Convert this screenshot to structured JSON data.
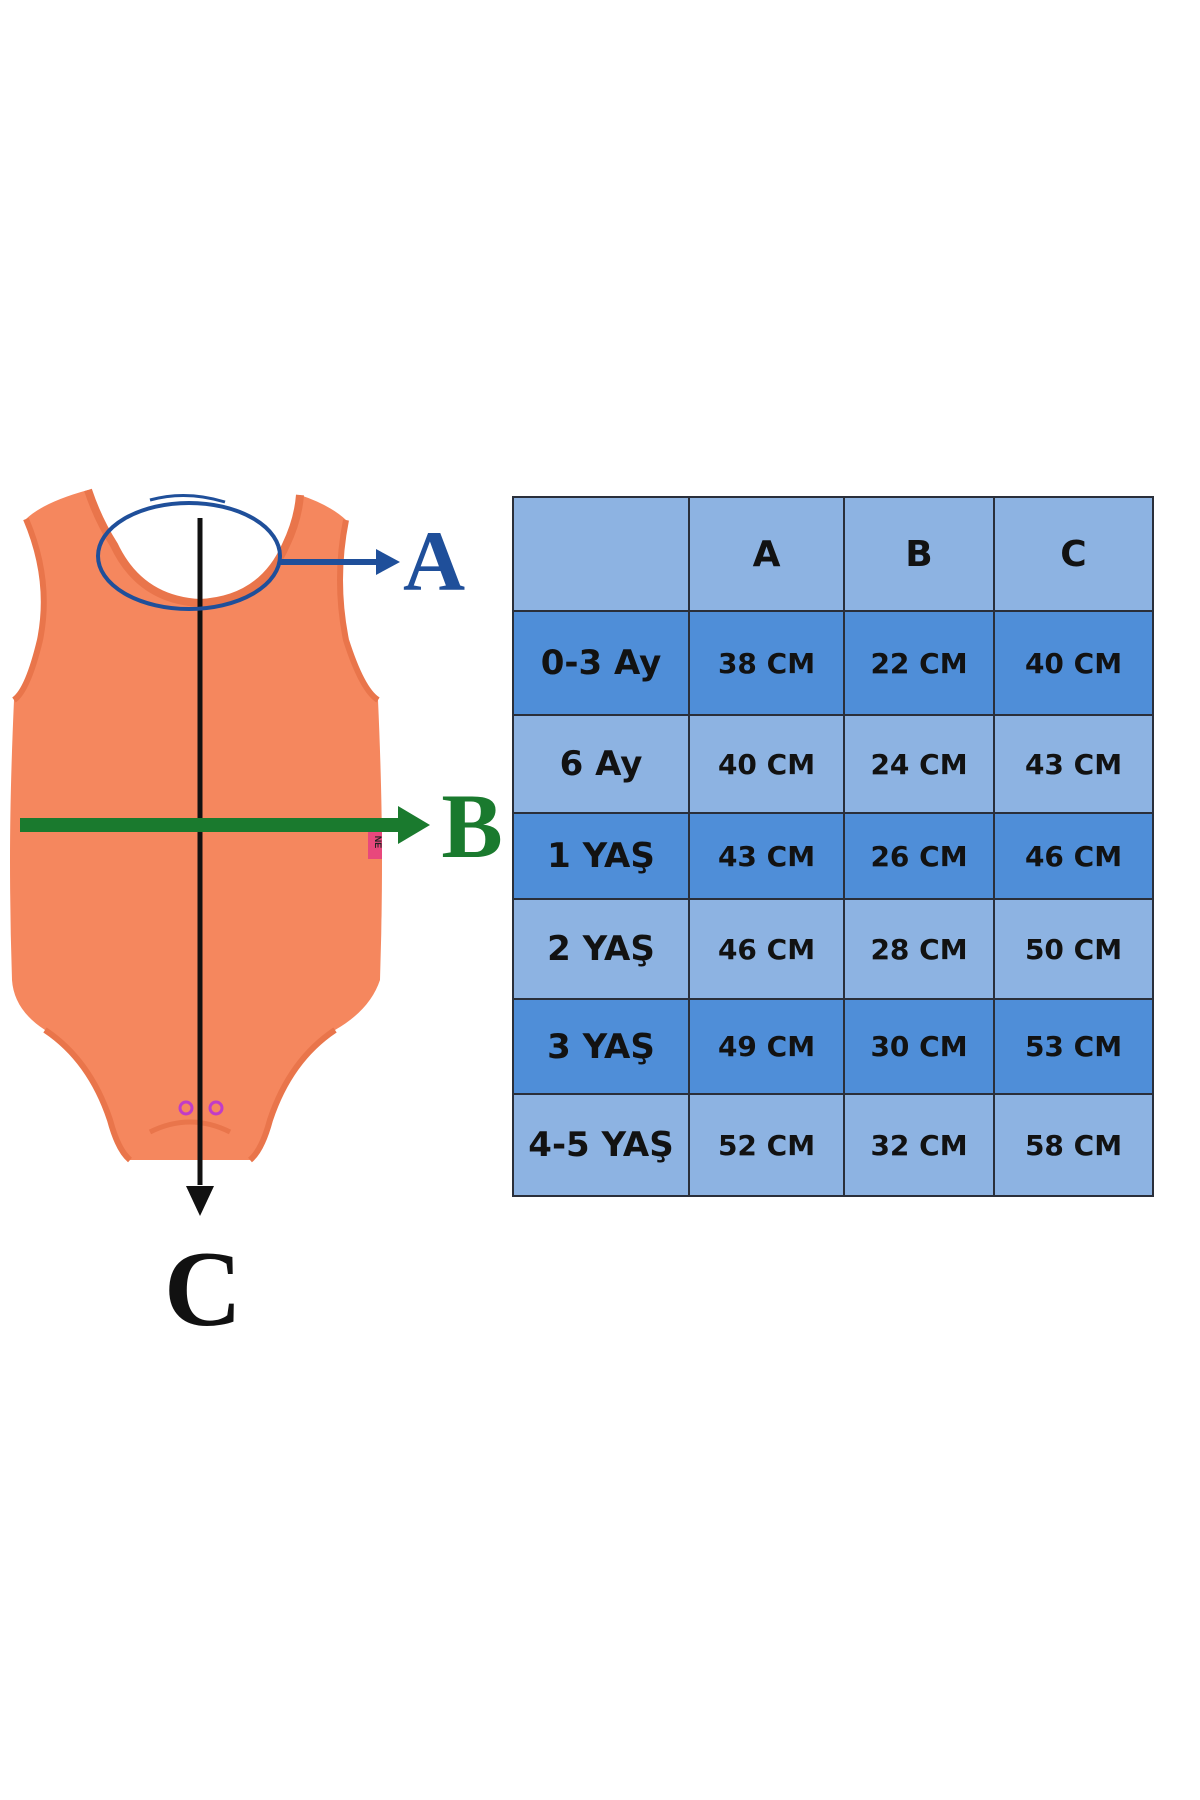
{
  "colors": {
    "bodysuit": "#f5875e",
    "bodysuit_trim": "#e9754b",
    "marker_a": "#1f4f9a",
    "marker_b": "#1a7a2e",
    "marker_c": "#111111",
    "snap": "#c13cc8",
    "table_header_bg": "#8db3e2",
    "table_dark_row_bg": "#4f8ed8",
    "table_light_row_bg": "#8db3e2",
    "table_border": "#2a2f3a"
  },
  "diagram": {
    "marker_a": "A",
    "marker_b": "B",
    "marker_c": "C",
    "label_tag": "NE"
  },
  "table": {
    "headers": [
      "",
      "A",
      "B",
      "C"
    ],
    "rows": [
      {
        "size": "0-3 Ay",
        "a": "38 CM",
        "b": "22  CM",
        "c": "40 CM",
        "shade": "dark"
      },
      {
        "size": "6 Ay",
        "a": "40 CM",
        "b": "24 CM",
        "c": "43 CM",
        "shade": "light"
      },
      {
        "size": "1 YAŞ",
        "a": "43 CM",
        "b": "26 CM",
        "c": "46 CM",
        "shade": "dark"
      },
      {
        "size": "2 YAŞ",
        "a": "46 CM",
        "b": "28 CM",
        "c": "50 CM",
        "shade": "light"
      },
      {
        "size": "3 YAŞ",
        "a": "49 CM",
        "b": "30 CM",
        "c": "53 CM",
        "shade": "dark"
      },
      {
        "size": "4-5 YAŞ",
        "a": "52 CM",
        "b": "32 CM",
        "c": "58 CM",
        "shade": "light"
      }
    ]
  }
}
